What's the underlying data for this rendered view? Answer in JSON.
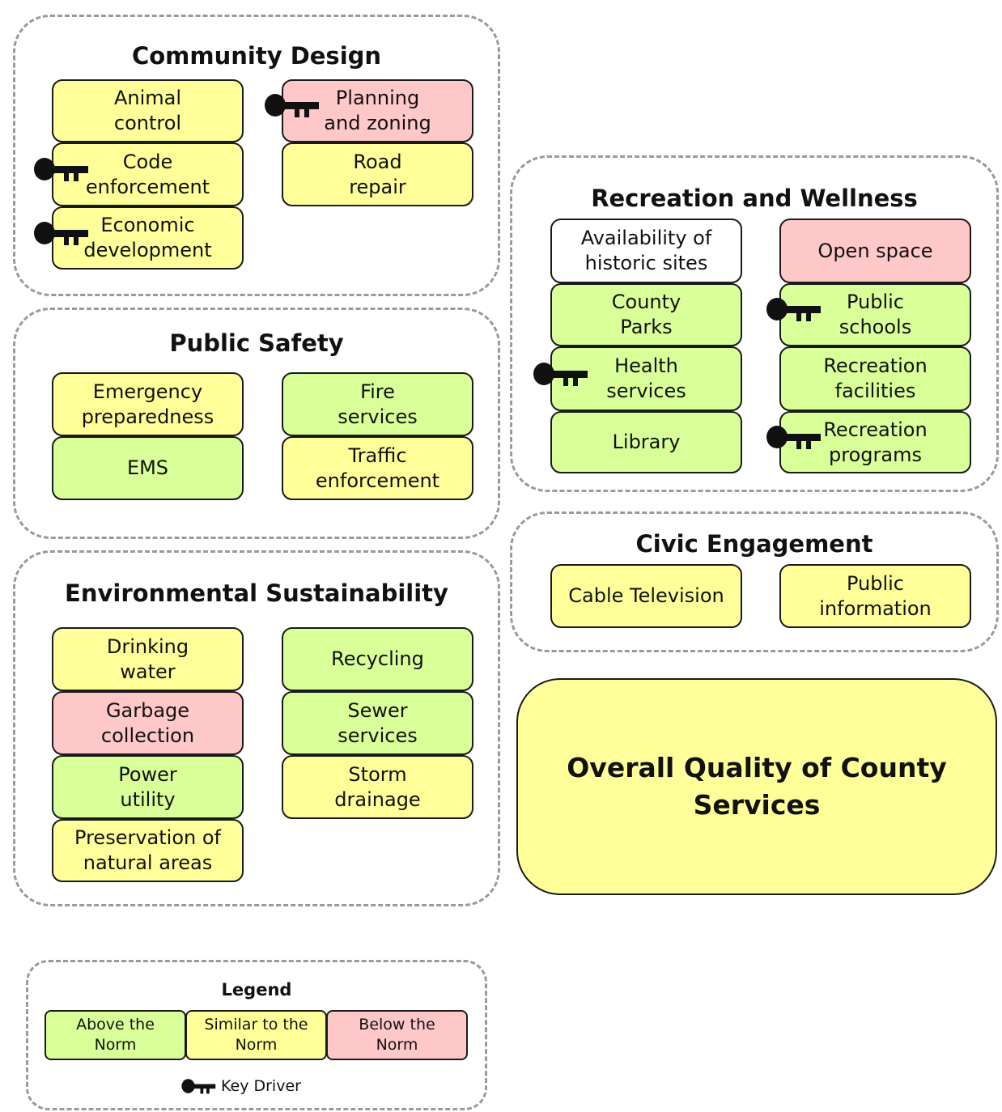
{
  "groups": {
    "community_design": {
      "title": "Community Design",
      "items": [
        "Animal\ncontrol",
        "Code\nenforcement",
        "Economic\ndevelopment",
        "Planning\nand zoning",
        "Road\nrepair"
      ]
    },
    "public_safety": {
      "title": "Public Safety",
      "items": [
        "Emergency\npreparedness",
        "EMS",
        "Fire\nservices",
        "Traffic\nenforcement"
      ]
    },
    "environmental_sustainability": {
      "title": "Environmental Sustainability",
      "items": [
        "Drinking\nwater",
        "Garbage\ncollection",
        "Power\nutility",
        "Preservation of\nnatural areas",
        "Recycling",
        "Sewer\nservices",
        "Storm\ndrainage"
      ]
    },
    "recreation_wellness": {
      "title": "Recreation and Wellness",
      "items": [
        "Availability of\nhistoric sites",
        "County\nParks",
        "Health\nservices",
        "Library",
        "Open space",
        "Public\nschools",
        "Recreation\nfacilities",
        "Recreation\nprograms"
      ]
    },
    "civic_engagement": {
      "title": "Civic Engagement",
      "items": [
        "Cable Television",
        "Public\ninformation"
      ]
    }
  },
  "overall": "Overall Quality of County Services",
  "legend": {
    "title": "Legend",
    "above": "Above the\nNorm",
    "similar": "Similar to the\nNorm",
    "below": "Below the\nNorm",
    "key_driver": "Key Driver"
  },
  "colors": {
    "above_norm": "#d9ff99",
    "similar_norm": "#ffff99",
    "below_norm": "#ffc8c8",
    "not_rated": "#ffffff"
  },
  "icons": {
    "key_driver": "key-icon"
  }
}
